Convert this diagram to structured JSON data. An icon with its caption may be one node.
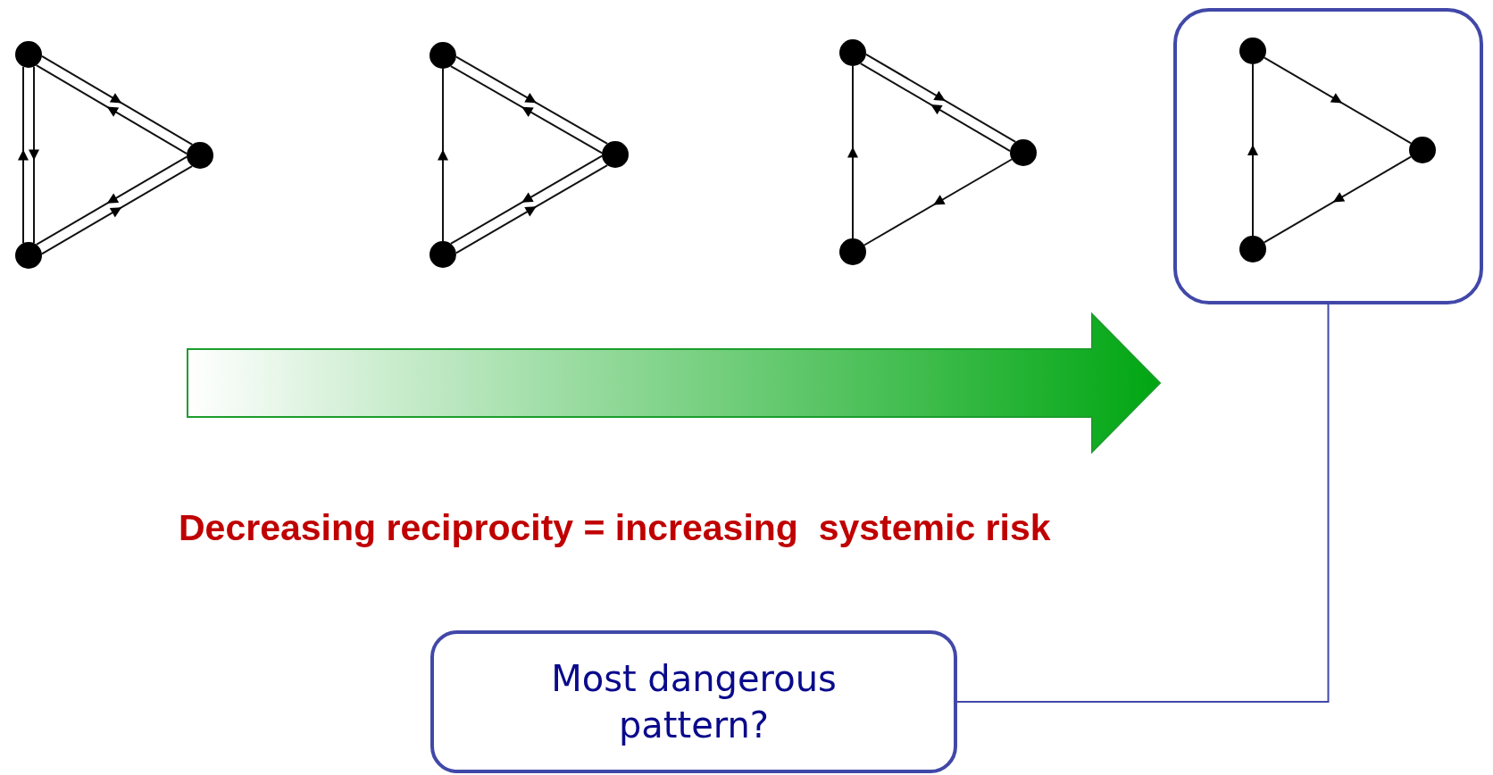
{
  "diagram": {
    "nodes": [
      {
        "text": [],
        "shape": "circle"
      },
      {
        "text": [],
        "shape": "circle"
      },
      {
        "text": [],
        "shape": "circle"
      },
      {
        "text": [],
        "shape": "circle"
      },
      {
        "text": [],
        "shape": "circle"
      },
      {
        "text": [],
        "shape": "circle"
      },
      {
        "text": [],
        "shape": "circle"
      },
      {
        "text": [],
        "shape": "circle"
      },
      {
        "text": [],
        "shape": "circle"
      },
      {
        "text": [],
        "shape": "box"
      },
      {
        "text": [],
        "shape": "circle",
        "in": 9
      },
      {
        "text": [],
        "shape": "circle",
        "in": 9
      },
      {
        "text": [],
        "shape": "circle",
        "in": 9
      },
      {
        "text": [
          "Most dangerous pattern?"
        ]
      }
    ],
    "edges": [
      {
        "from": 0,
        "to": 1,
        "arrow": "to"
      },
      {
        "from": 1,
        "to": 0,
        "arrow": "to"
      },
      {
        "from": 0,
        "to": 2,
        "arrow": "to"
      },
      {
        "from": 2,
        "to": 0,
        "arrow": "to"
      },
      {
        "from": 2,
        "to": 1,
        "arrow": "to"
      },
      {
        "from": 1,
        "to": 2,
        "arrow": "to"
      },
      {
        "from": 4,
        "to": 3,
        "arrow": "to"
      },
      {
        "from": 3,
        "to": 5,
        "arrow": "to"
      },
      {
        "from": 5,
        "to": 3,
        "arrow": "to"
      },
      {
        "from": 5,
        "to": 4,
        "arrow": "to"
      },
      {
        "from": 4,
        "to": 5,
        "arrow": "to"
      },
      {
        "from": 7,
        "to": 6,
        "arrow": "to"
      },
      {
        "from": 6,
        "to": 8,
        "arrow": "to"
      },
      {
        "from": 8,
        "to": 6,
        "arrow": "to"
      },
      {
        "from": 8,
        "to": 7,
        "arrow": "to"
      },
      {
        "from": 11,
        "to": 10,
        "arrow": "to"
      },
      {
        "from": 10,
        "to": 12,
        "arrow": "to"
      },
      {
        "from": 12,
        "to": 11,
        "arrow": "to"
      },
      {
        "from": 13,
        "to": 9,
        "arrow": "none",
        "color": "#4148a8"
      }
    ],
    "labels": [
      "Decreasing reciprocity = increasing  systemic risk"
    ]
  }
}
